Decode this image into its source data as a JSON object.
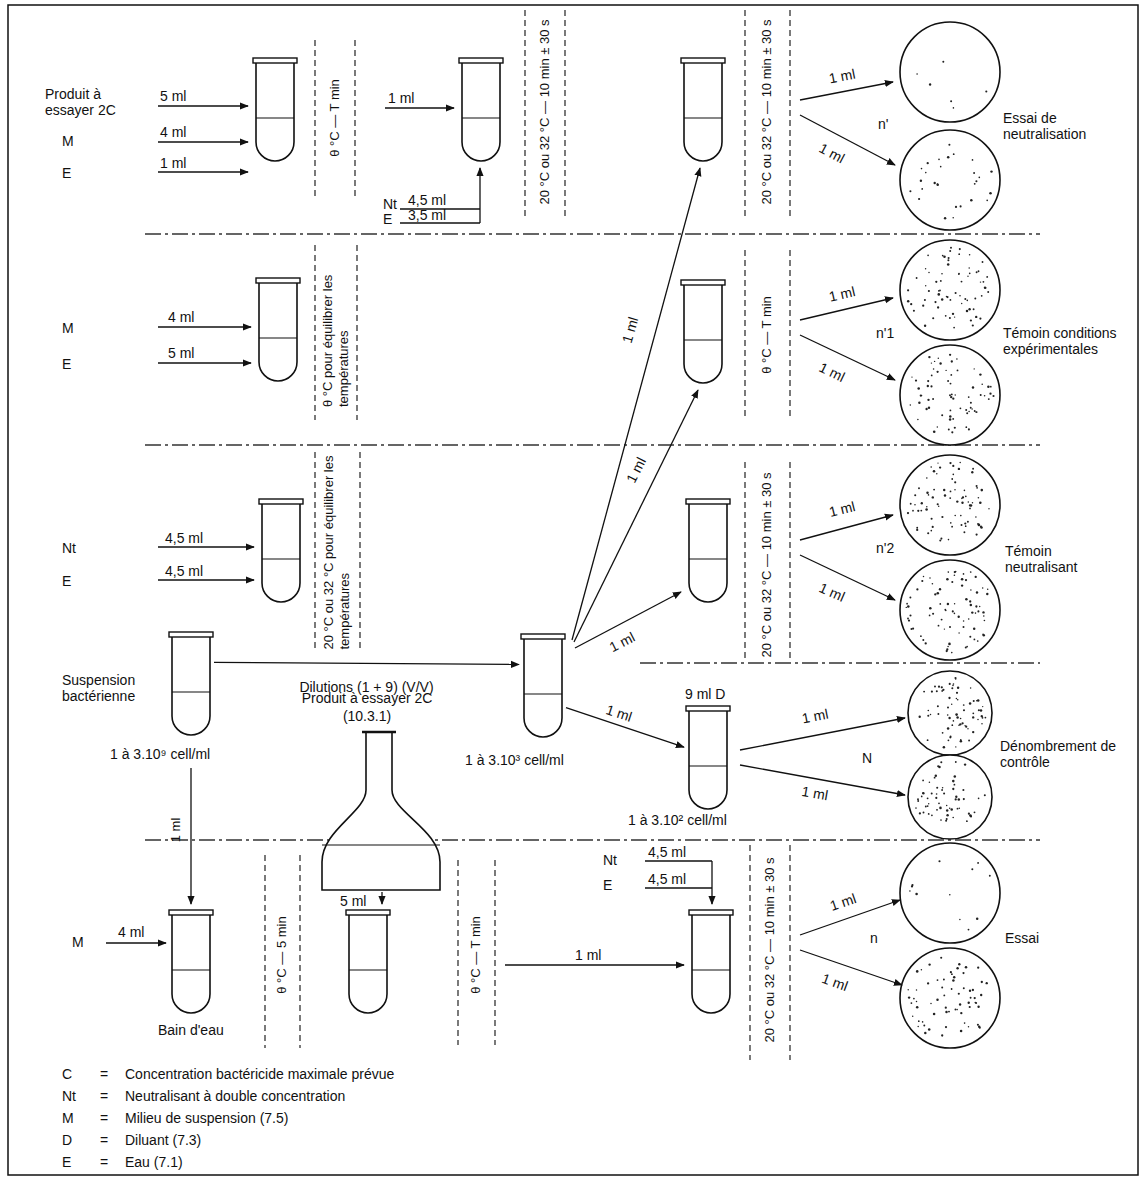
{
  "diagram": {
    "nodes": [
      {
        "text": [
          "Suspension bactérienne",
          "1 à 3.10⁹ cell/ml"
        ]
      },
      {
        "text": [
          "1 à 3.10³ cell/ml"
        ]
      },
      {
        "text": [
          "9 ml D",
          "1 à 3.10² cell/ml"
        ]
      }
    ],
    "edges": [
      {
        "from": 0,
        "to": 1,
        "arrow": "to",
        "label": "Dilutions (1 + 9) (V/V)"
      },
      {
        "from": 1,
        "to": 2,
        "arrow": "to",
        "label": "1 ml"
      }
    ],
    "labels": [
      "Produit à essayer 2C",
      "5 ml",
      "M",
      "4 ml",
      "E",
      "1 ml",
      "θ °C — T min",
      "1 ml",
      "Nt",
      "4,5 ml",
      "E",
      "3,5 ml",
      "20 °C ou 32 °C — 10 min ± 30 s",
      "20 °C ou 32 °C — 10 min ± 30 s",
      "1 ml",
      "1 ml",
      "n'",
      "Essai de neutralisation",
      "M",
      "4 ml",
      "E",
      "5 ml",
      "θ °C pour équilibrer les températures",
      "θ °C — T min",
      "1 ml",
      "1 ml",
      "n'1",
      "Témoin conditions expérimentales",
      "Nt",
      "4,5 ml",
      "E",
      "4,5 ml",
      "20 °C ou 32 °C pour équilibrer les températures",
      "20 °C ou 32 °C — 10 min ± 30 s",
      "1 ml",
      "1 ml",
      "n'2",
      "Témoin neutralisant",
      "Produit à essayer 2C",
      "(10.3.1)",
      "1 ml",
      "1 ml",
      "1 ml",
      "1 ml",
      "1 ml",
      "N",
      "Dénombrement de contrôle",
      "1 ml",
      "M",
      "4 ml",
      "Bain d'eau",
      "θ °C — 5 min",
      "5 ml",
      "θ °C — T min",
      "1 ml",
      "Nt",
      "4,5 ml",
      "E",
      "4,5 ml",
      "20 °C ou 32 °C — 10 min ± 30 s",
      "1 ml",
      "1 ml",
      "n",
      "Essai",
      "C",
      "=",
      "Concentration bactéricide maximale prévue",
      "Nt",
      "=",
      "Neutralisant à double concentration",
      "M",
      "=",
      "Milieu de suspension (7.5)",
      "D",
      "=",
      "Diluant (7.3)",
      "E",
      "=",
      "Eau (7.1)"
    ]
  }
}
